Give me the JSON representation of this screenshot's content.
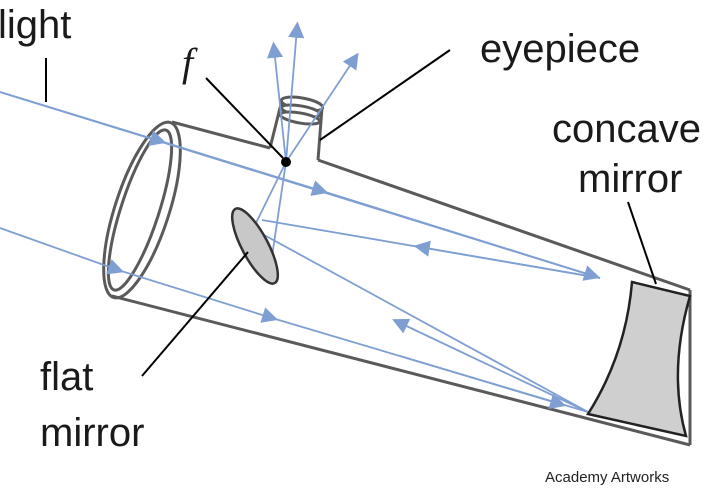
{
  "labels": {
    "light": "light",
    "focus": "f",
    "eyepiece": "eyepiece",
    "concave_line1": "concave",
    "concave_line2": "mirror",
    "flat_line1": "flat",
    "flat_line2": "mirror",
    "credit": "Academy Artworks"
  },
  "colors": {
    "ray": "#7f9fd3",
    "tube": "#5a5a5a",
    "mirror_fill": "#cfcfcf",
    "leader": "#000000"
  }
}
